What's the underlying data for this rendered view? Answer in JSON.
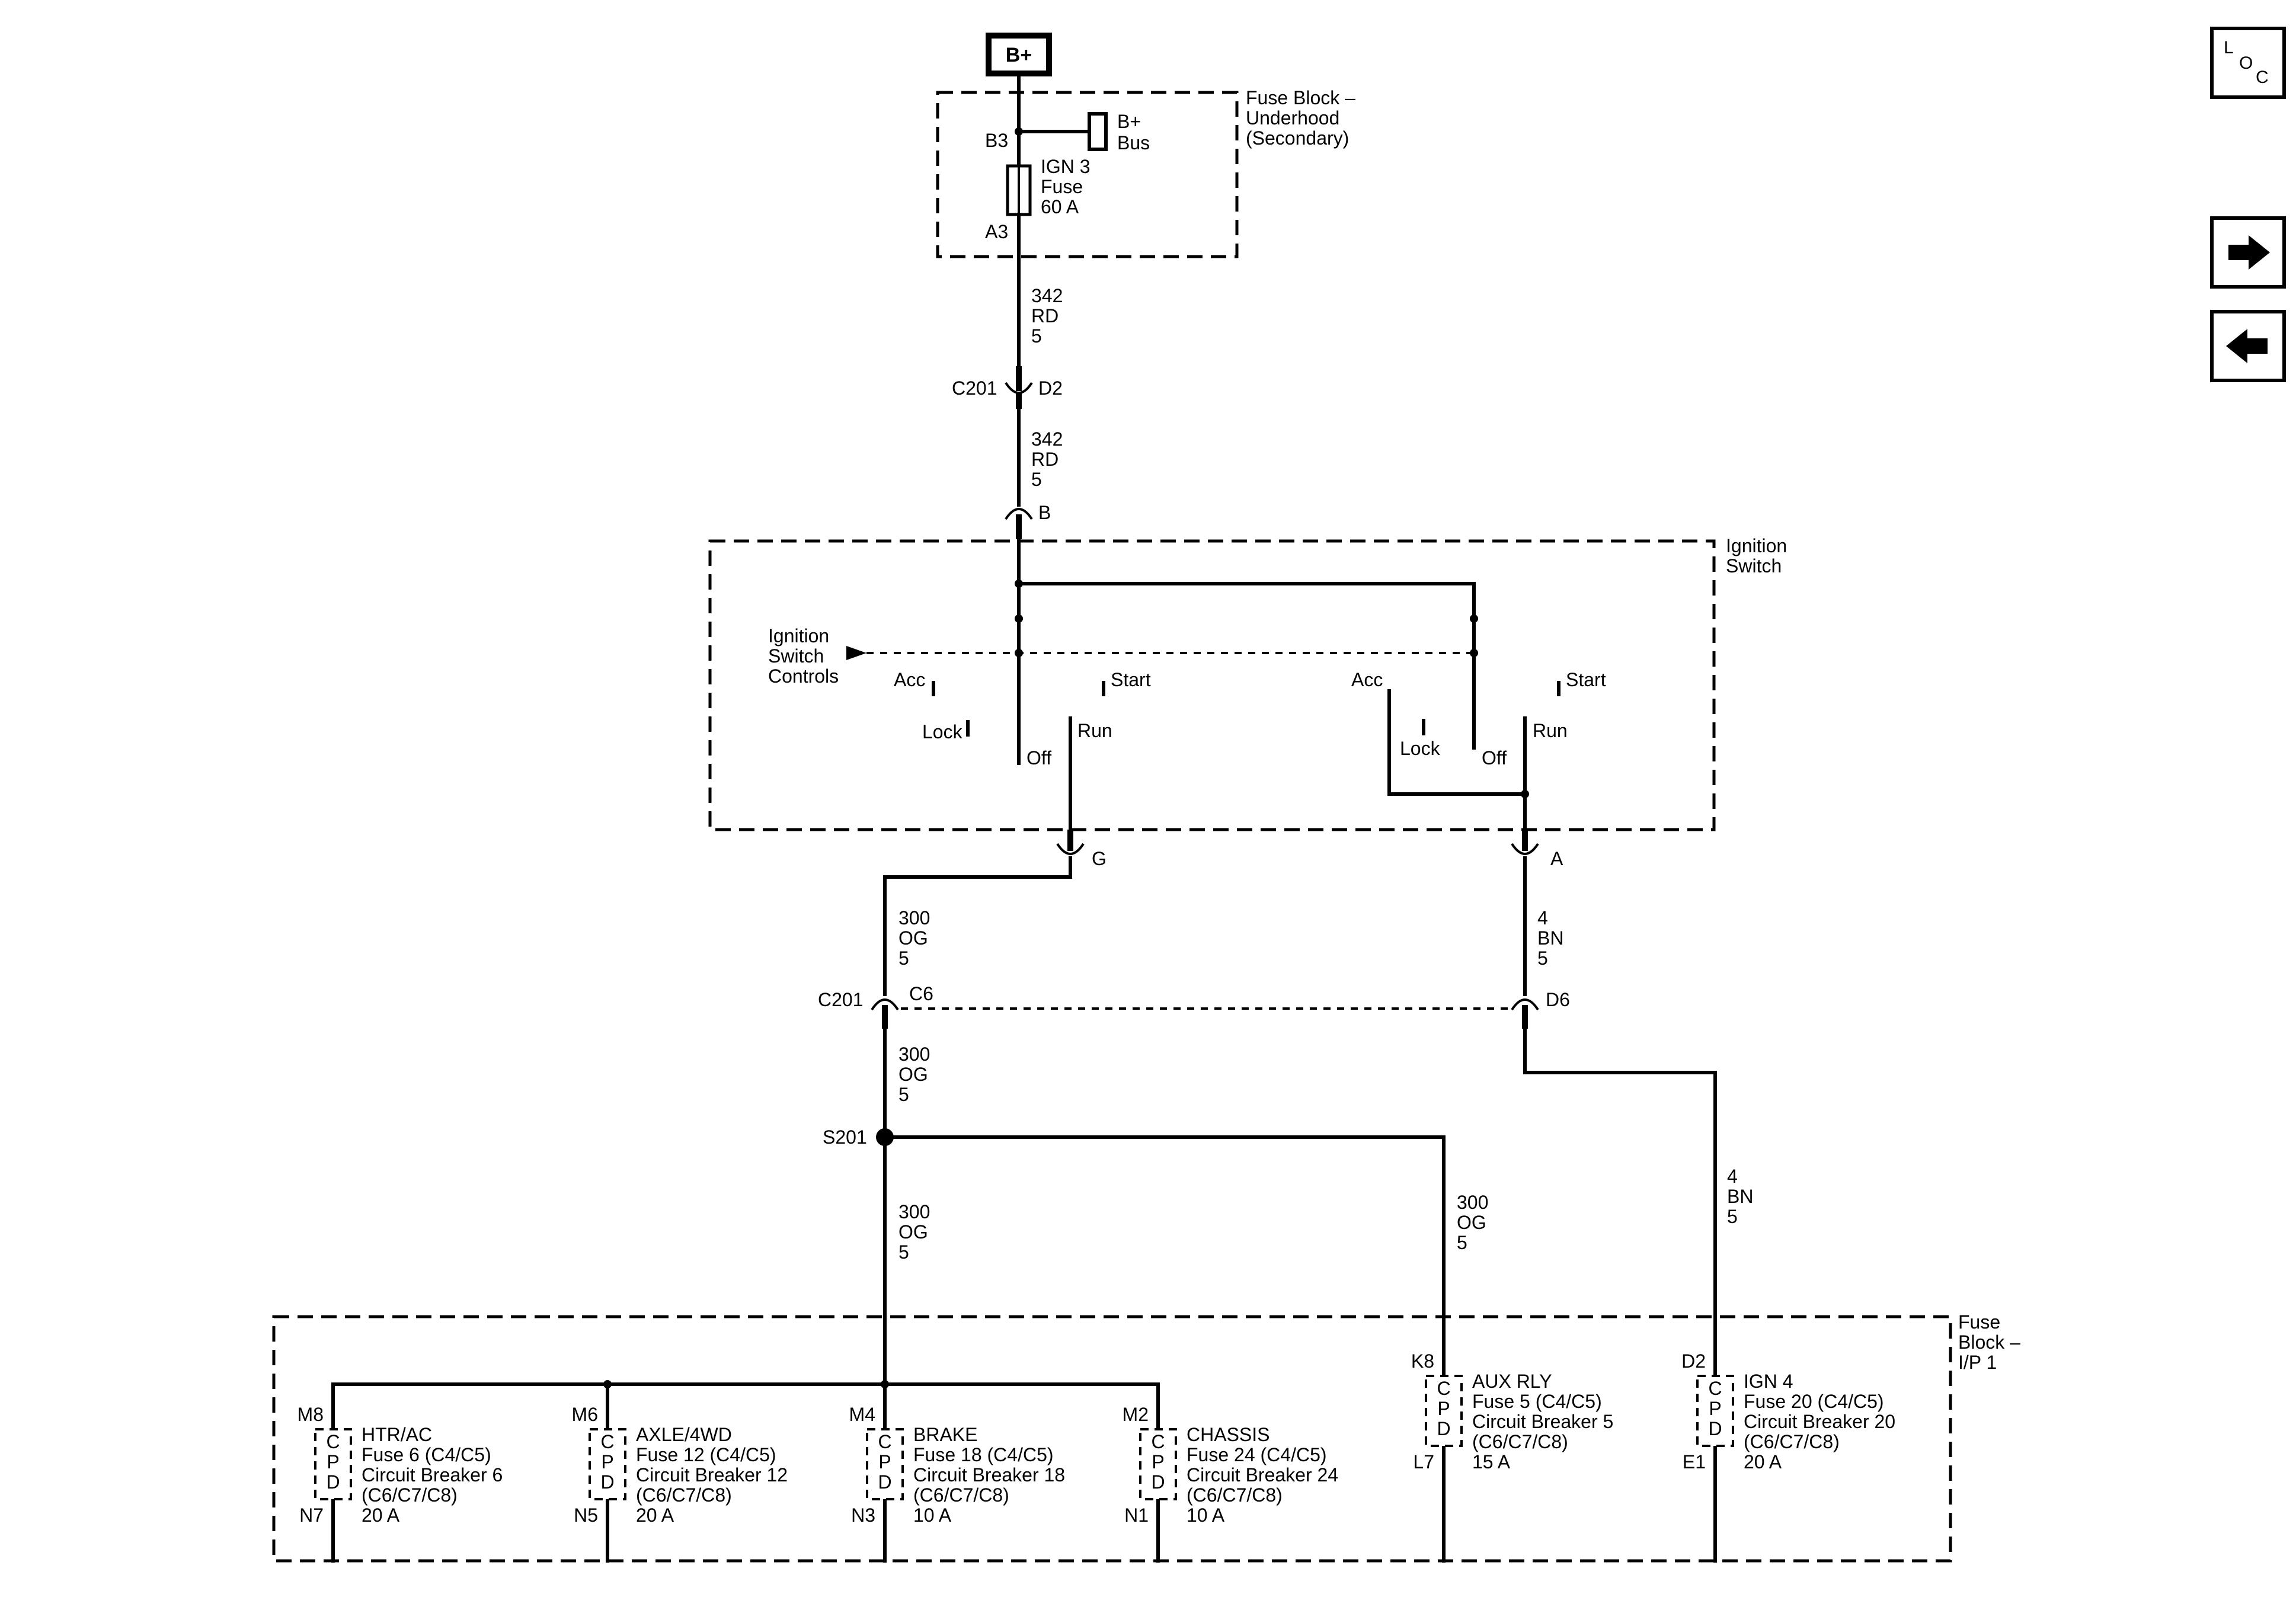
{
  "top": {
    "battery": "B+",
    "fuse_block_underhood": [
      "Fuse Block –",
      "Underhood",
      "(Secondary)"
    ],
    "bplus_bus": [
      "B+",
      "Bus"
    ],
    "pin_b3": "B3",
    "pin_a3": "A3",
    "ign3_fuse": [
      "IGN 3",
      "Fuse",
      "60 A"
    ],
    "wire_342a": [
      "342",
      "RD",
      "5"
    ],
    "c201_top": "C201",
    "pin_d2": "D2",
    "wire_342b": [
      "342",
      "RD",
      "5"
    ],
    "pin_b": "B"
  },
  "ignition": {
    "title": [
      "Ignition",
      "Switch"
    ],
    "controls": [
      "Ignition",
      "Switch",
      "Controls"
    ],
    "acc": "Acc",
    "lock": "Lock",
    "off": "Off",
    "start": "Start",
    "run": "Run",
    "pin_g": "G",
    "pin_a": "A"
  },
  "wiring": {
    "wire_300a": [
      "300",
      "OG",
      "5"
    ],
    "wire_4a": [
      "4",
      "BN",
      "5"
    ],
    "c201_mid": "C201",
    "pin_c6": "C6",
    "pin_d6": "D6",
    "wire_300b": [
      "300",
      "OG",
      "5"
    ],
    "splice": "S201",
    "wire_300c": [
      "300",
      "OG",
      "5"
    ],
    "wire_300d": [
      "300",
      "OG",
      "5"
    ],
    "wire_4b": [
      "4",
      "BN",
      "5"
    ]
  },
  "fuse_block_ip": {
    "title": [
      "Fuse",
      "Block –",
      "I/P 1"
    ],
    "cpd_letters": [
      "C",
      "P",
      "D"
    ],
    "devices": [
      {
        "pin_top": "M8",
        "pin_bottom": "N7",
        "lines": [
          "HTR/AC",
          "Fuse 6 (C4/C5)",
          "Circuit Breaker 6",
          "(C6/C7/C8)",
          "20 A"
        ]
      },
      {
        "pin_top": "M6",
        "pin_bottom": "N5",
        "lines": [
          "AXLE/4WD",
          "Fuse 12 (C4/C5)",
          "Circuit Breaker 12",
          "(C6/C7/C8)",
          "20 A"
        ]
      },
      {
        "pin_top": "M4",
        "pin_bottom": "N3",
        "lines": [
          "BRAKE",
          "Fuse 18 (C4/C5)",
          "Circuit Breaker 18",
          "(C6/C7/C8)",
          "10 A"
        ]
      },
      {
        "pin_top": "M2",
        "pin_bottom": "N1",
        "lines": [
          "CHASSIS",
          "Fuse 24 (C4/C5)",
          "Circuit Breaker 24",
          "(C6/C7/C8)",
          "10 A"
        ]
      },
      {
        "pin_top": "K8",
        "pin_bottom": "L7",
        "lines": [
          "AUX RLY",
          "Fuse 5 (C4/C5)",
          "Circuit Breaker 5",
          "(C6/C7/C8)",
          "15 A"
        ]
      },
      {
        "pin_top": "D2",
        "pin_bottom": "E1",
        "lines": [
          "IGN 4",
          "Fuse 20 (C4/C5)",
          "Circuit Breaker 20",
          "(C6/C7/C8)",
          "20 A"
        ]
      }
    ]
  },
  "nav": {
    "loc": [
      "L",
      "O",
      "C"
    ],
    "next_icon": "arrow-right-icon",
    "prev_icon": "arrow-left-icon"
  }
}
